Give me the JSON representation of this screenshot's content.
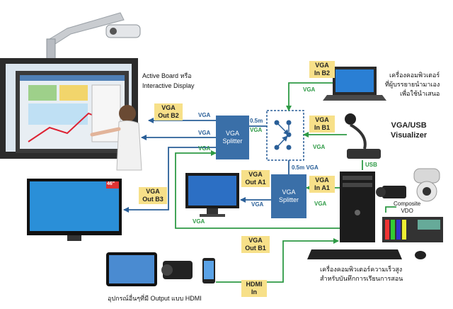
{
  "labels": {
    "active_board_1": "Active Board หรือ",
    "active_board_2": "Interactive Display",
    "presenter_pc_1": "เครื่องคอมพิวเตอร์",
    "presenter_pc_2": "ที่ผู้บรรยายนำมาเอง",
    "presenter_pc_3": "เพื่อใช้นำเสนอ",
    "visualizer_1": "VGA/USB",
    "visualizer_2": "Visualizer",
    "recording_pc_1": "เครื่องคอมพิวเตอร์ความเร็วสูง",
    "recording_pc_2": "สำหรับบันทึกการเรียนการสอน",
    "hdmi_devices": "อุปกรณ์อื่นๆที่มี  Output แบบ  HDMI",
    "composite_1": "Composite",
    "composite_2": "VDO",
    "tv_size": "46\""
  },
  "tags": {
    "vga_in_b2": [
      "VGA",
      "In B2"
    ],
    "vga_out_b2": [
      "VGA",
      "Out B2"
    ],
    "vga_in_b1": [
      "VGA",
      "In B1"
    ],
    "vga_out_a1": [
      "VGA",
      "Out A1"
    ],
    "vga_in_a1": [
      "VGA",
      "In A1"
    ],
    "vga_out_b3": [
      "VGA",
      "Out B3"
    ],
    "vga_out_b1": [
      "VGA",
      "Out B1"
    ],
    "hdmi_in": [
      "HDMI",
      "In"
    ]
  },
  "splitters": {
    "top": [
      "VGA",
      "Splitter"
    ],
    "bottom": [
      "VGA",
      "Splitter"
    ]
  },
  "wires": {
    "vga": "VGA",
    "half_m": "0.5m",
    "half_m_vga": "0.5m VGA",
    "usb": "USB"
  },
  "colors": {
    "splitter_blue": "#3a6fa8",
    "tag_yellow": "#f7e089",
    "wire_green": "#2e9a45",
    "wire_blue": "#2a5f98"
  }
}
